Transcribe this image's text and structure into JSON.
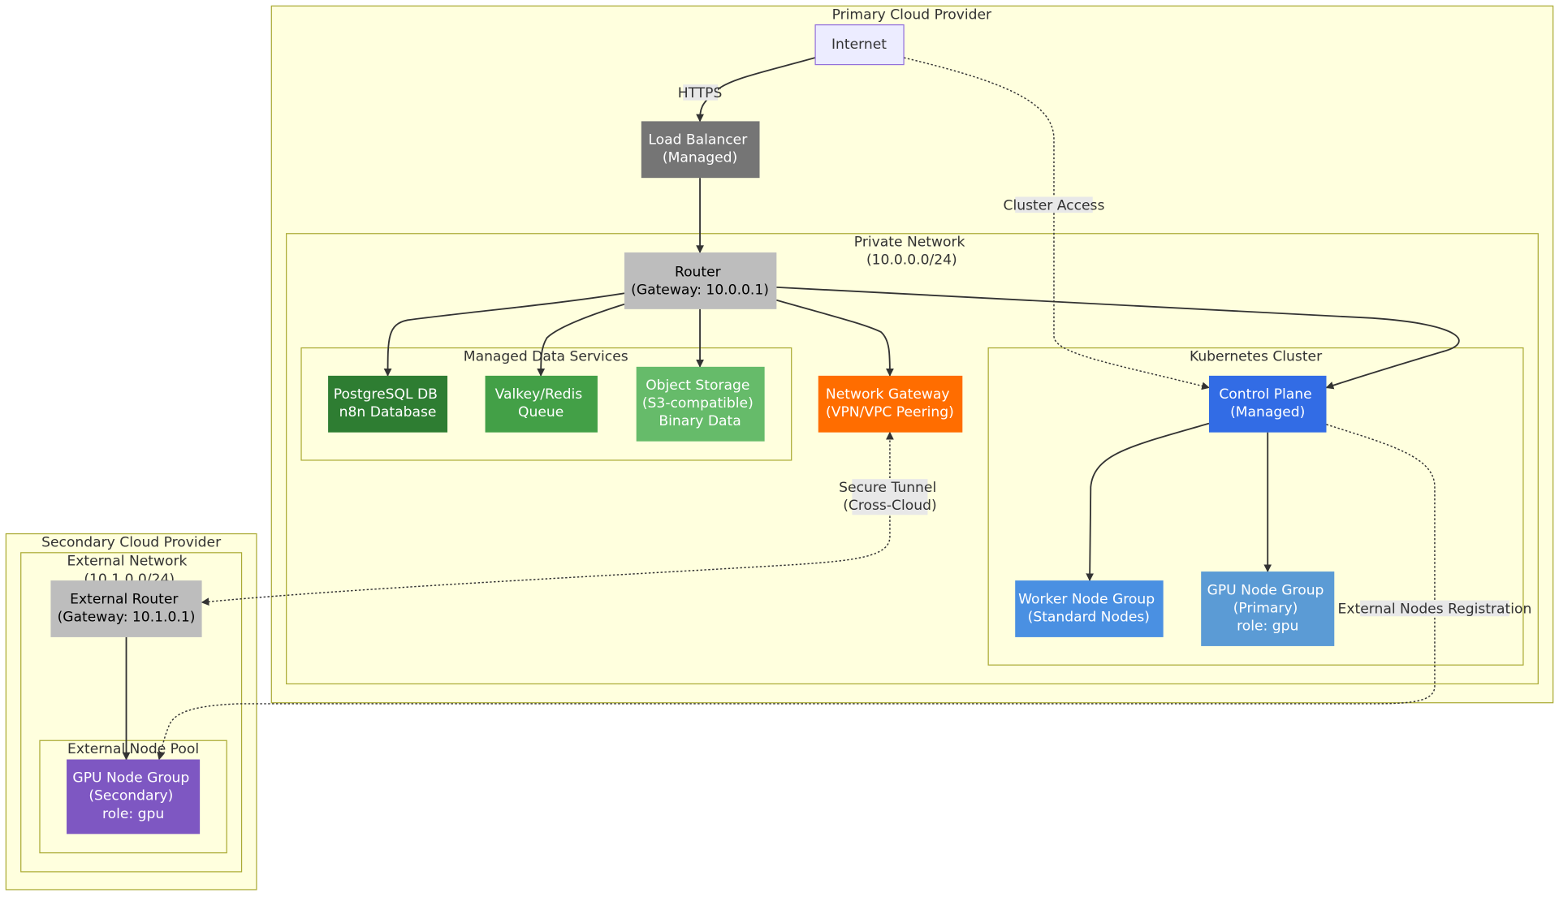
{
  "clusters": {
    "primary": "Primary Cloud Provider",
    "private_network": [
      "Private Network",
      "(10.0.0.0/24)"
    ],
    "managed_data": "Managed Data Services",
    "kubernetes": "Kubernetes Cluster",
    "secondary": "Secondary Cloud Provider",
    "external_network": [
      "External Network",
      "(10.1.0.0/24)"
    ],
    "external_pool": "External Node Pool"
  },
  "nodes": {
    "internet": [
      "Internet"
    ],
    "load_balancer": [
      "Load Balancer",
      "(Managed)"
    ],
    "router": [
      "Router",
      "(Gateway: 10.0.0.1)"
    ],
    "postgres": [
      "PostgreSQL DB",
      "n8n Database"
    ],
    "valkey": [
      "Valkey/Redis",
      "Queue"
    ],
    "object_storage": [
      "Object Storage",
      "(S3-compatible)",
      "Binary Data"
    ],
    "network_gateway": [
      "Network Gateway",
      "(VPN/VPC Peering)"
    ],
    "control_plane": [
      "Control Plane",
      "(Managed)"
    ],
    "worker_nodes": [
      "Worker Node Group",
      "(Standard Nodes)"
    ],
    "gpu_primary": [
      "GPU Node Group",
      "(Primary)",
      "role: gpu"
    ],
    "external_router": [
      "External Router",
      "(Gateway: 10.1.0.1)"
    ],
    "gpu_secondary": [
      "GPU Node Group",
      "(Secondary)",
      "role: gpu"
    ]
  },
  "edge_labels": {
    "https": "HTTPS",
    "cluster_access": "Cluster Access",
    "secure_tunnel": [
      "Secure Tunnel",
      "(Cross-Cloud)"
    ],
    "external_registration": "External Nodes Registration"
  },
  "colors": {
    "cluster_fill": "#ffffde",
    "cluster_stroke": "#aaaa33",
    "internet": "#ececff",
    "load_balancer": "#757575",
    "router": "#bdbdbd",
    "postgres": "#2e7d32",
    "valkey": "#43a047",
    "object_storage": "#66bb6a",
    "network_gateway": "#ff6d00",
    "control_plane": "#326ce5",
    "worker_nodes": "#4a90e2",
    "gpu_primary": "#5b9bd5",
    "gpu_secondary": "#7e57c2"
  }
}
